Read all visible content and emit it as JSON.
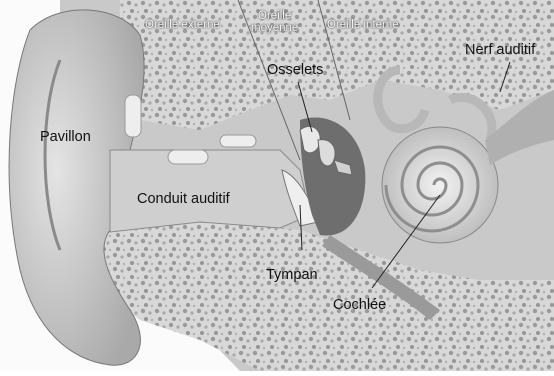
{
  "labels": {
    "oreille_externe": "Oreille externe",
    "oreille_moyenne_1": "Oreille",
    "oreille_moyenne_2": "moyenne",
    "oreille_interne": "Oreille interne",
    "nerf_auditif": "Nerf auditif",
    "osselets": "Osselets",
    "pavillon": "Pavillon",
    "conduit_auditif": "Conduit auditif",
    "tympan": "Tympan",
    "cochlee": "Cochlée"
  }
}
